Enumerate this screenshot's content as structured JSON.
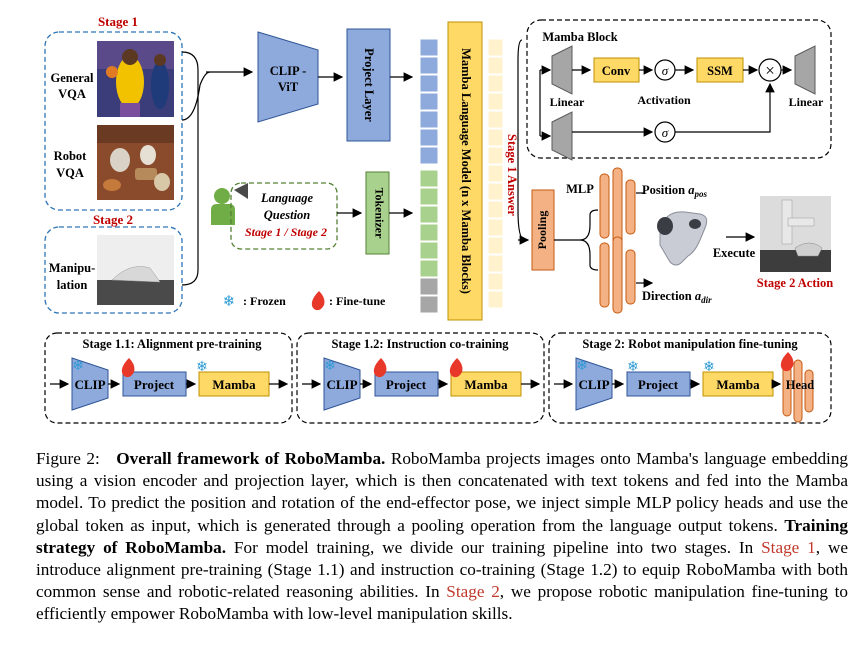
{
  "figure": {
    "stage1_label": "Stage 1",
    "stage2_label": "Stage 2",
    "general_vqa": [
      "General",
      "VQA"
    ],
    "robot_vqa": [
      "Robot",
      "VQA"
    ],
    "manipulation": [
      "Manipu-",
      "lation"
    ],
    "clip_vit": [
      "CLIP -",
      "ViT"
    ],
    "project_layer": "Project Layer",
    "tokenizer": "Tokenizer",
    "language_question": [
      "Language",
      "Question"
    ],
    "stage_question": "Stage 1 / Stage 2",
    "mamba_lm": "Mamba Language Model (n x Mamba Blocks)",
    "stage1_answer": "Stage 1 Answer",
    "frozen_legend": ": Frozen",
    "finetune_legend": ": Fine-tune",
    "mamba_block": {
      "title": "Mamba Block",
      "conv": "Conv",
      "ssm": "SSM",
      "sigma": "σ",
      "multiply": "×",
      "linear_left": "Linear",
      "activation": "Activation",
      "linear_right": "Linear"
    },
    "pooling": "Pooling",
    "mlp": "MLP",
    "position": "Position",
    "position_sub": "pos",
    "direction": "Direction",
    "direction_sub": "dir",
    "execute": "Execute",
    "stage2_action": "Stage 2 Action",
    "stage11_title": "Stage 1.1: Alignment pre-training",
    "stage12_title": "Stage 1.2: Instruction co-training",
    "stage2_title": "Stage 2: Robot manipulation fine-tuning",
    "clip": "CLIP",
    "project": "Project",
    "mamba": "Mamba",
    "head": "Head",
    "colors": {
      "blue": "#8ea9db",
      "yellow": "#ffd966",
      "green": "#a9d18e",
      "orange": "#f4b183",
      "gray": "#a6a6a6",
      "red": "#c00000",
      "frozen_icon": "#2e9bd6",
      "fire_icon": "#e8382a"
    }
  },
  "caption": {
    "fig_label": "Figure 2:",
    "title_bold": "Overall framework of RoboMamba.",
    "text1": " RoboMamba projects images onto Mamba's language embedding using a vision encoder and projection layer, which is then concatenated with text tokens and fed into the Mamba model. To predict the position and rotation of the end-effector pose, we inject simple MLP policy heads and use the global token as input, which is generated through a pooling operation from the language output tokens. ",
    "training_bold": "Training strategy of RoboMamba.",
    "text2": " For model training, we divide our training pipeline into two stages. In ",
    "stage1_ref": "Stage 1",
    "text3": ", we introduce alignment pre-training (Stage 1.1) and instruction co-training (Stage 1.2) to equip RoboMamba with both common sense and robotic-related reasoning abilities. In ",
    "stage2_ref": "Stage 2",
    "text4": ", we propose robotic manipulation fine-tuning to efficiently empower RoboMamba with low-level manipulation skills."
  }
}
